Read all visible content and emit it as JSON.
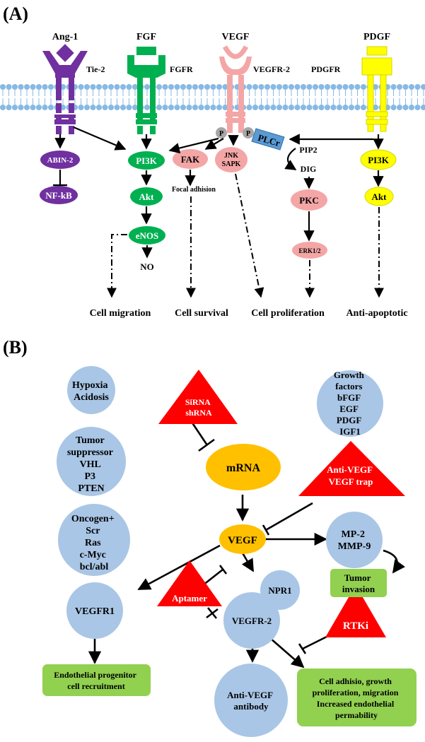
{
  "panelA": {
    "label": "(A)",
    "ligands": {
      "ang1": "Ang-1",
      "fgf": "FGF",
      "vegf": "VEGF",
      "pdgf": "PDGF"
    },
    "receptors": {
      "tie2": "Tie-2",
      "fgfr": "FGFR",
      "vegfr2": "VEGFR-2",
      "pdgfr": "PDGFR"
    },
    "phospho": "P",
    "plc": "PLCr",
    "pip2": "PIP2",
    "dig": "DIG",
    "focal": "Focal adhision",
    "nodes": {
      "abin2": "ABIN-2",
      "nfkb": "NF-kB",
      "pi3k_green": "PI3K",
      "akt_green": "Akt",
      "enos": "eNOS",
      "no": "NO",
      "fak": "FAK",
      "jnk": "JNK",
      "sapk": "SAPK",
      "pkc": "PKC",
      "erk": "ERK1/2",
      "pi3k_yellow": "PI3K",
      "akt_yellow": "Akt"
    },
    "outcomes": [
      "Cell migration",
      "Cell survival",
      "Cell proliferation",
      "Anti-apoptotic"
    ],
    "colors": {
      "ang": "#7030a0",
      "fgf": "#00b050",
      "vegf": "#f4a6a6",
      "pdgf": "#ffff00",
      "membrane": "#87b9e3",
      "plc": "#5b9bd5"
    }
  },
  "panelB": {
    "label": "(B)",
    "circles": {
      "hypoxia": [
        "Hypoxia",
        "Acidosis"
      ],
      "tumor": [
        "Tumor",
        "suppressor",
        "VHL",
        "P3",
        "PTEN"
      ],
      "oncogen": [
        "Oncogen+",
        "Scr",
        "Ras",
        "c-Myc",
        "bcl/abl"
      ],
      "vegfr1": [
        "VEGFR1"
      ],
      "growth": [
        "Growth",
        "factors",
        "bFGF",
        "EGF",
        "PDGF",
        "IGF1"
      ],
      "mp": [
        "MP-2",
        "MMP-9"
      ],
      "npr1": [
        "NPR1"
      ],
      "vegfr2": [
        "VEGFR-2"
      ],
      "antibody": [
        "Anti-VEGF",
        "antibody"
      ]
    },
    "mrna": "mRNA",
    "vegf": "VEGF",
    "triangles": {
      "sirna": [
        "SiRNA",
        "shRNA"
      ],
      "antivegf": [
        "Anti-VEGF",
        "VEGF trap"
      ],
      "aptamer": [
        "Aptamer"
      ],
      "rtki": [
        "RTKi"
      ]
    },
    "boxes": {
      "tumor_invasion": [
        "Tumor",
        "invasion"
      ],
      "endothelial": [
        "Endothelial progenitor",
        "cell recruitment"
      ],
      "cell_adhesion": [
        "Cell adhisio, growth",
        "proliferation, migration",
        "Increased endothelial",
        "permability"
      ]
    },
    "colors": {
      "circle": "#a9c6e6",
      "orange": "#ffc000",
      "triangle": "#ff0000",
      "box": "#92d050"
    }
  }
}
